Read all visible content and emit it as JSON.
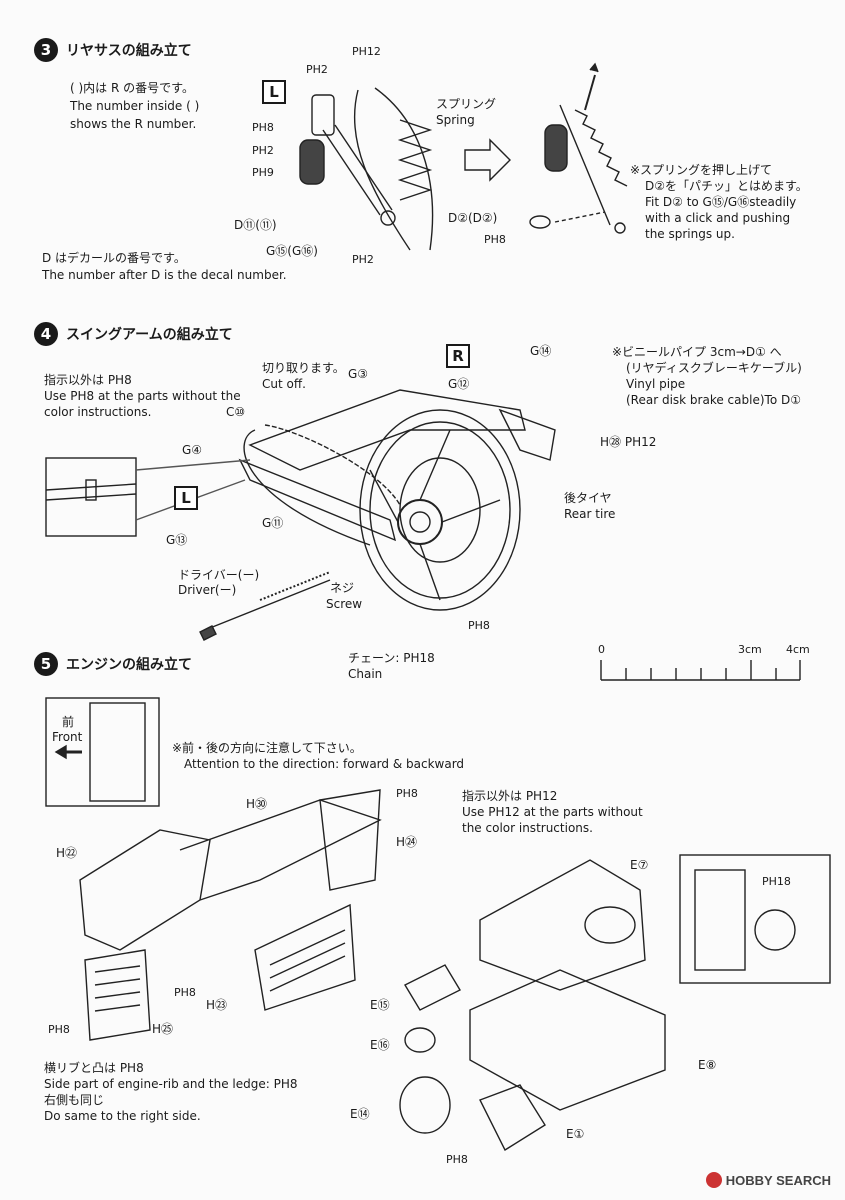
{
  "step3": {
    "num": "3",
    "title": "リヤサスの組み立て",
    "note_ja": "( )内は R の番号です。",
    "note_en1": "The number inside ( )",
    "note_en2": "shows the R number.",
    "side_mark": "L",
    "parts": [
      "PH12",
      "PH2",
      "PH8",
      "PH2",
      "PH9",
      "D⑪(⑪)",
      "G⑮(G⑯)",
      "PH2"
    ],
    "spring_ja": "スプリング",
    "spring_en": "Spring",
    "push_note_ja1": "※スプリングを押し上げて",
    "push_note_ja2": "D②を「パチッ」とはめます。",
    "push_note_en1": "Fit D② to G⑮/G⑯steadily",
    "push_note_en2": "with a click and pushing",
    "push_note_en3": "the springs up.",
    "d2_label": "D②(D②)",
    "d2_ph": "PH8",
    "decal_ja": "D はデカールの番号です。",
    "decal_en": "The number after D is the decal number."
  },
  "step4": {
    "num": "4",
    "title": "スイングアームの組み立て",
    "color_ja": "指示以外は PH8",
    "color_en1": "Use PH8 at the parts without the",
    "color_en2": "color instructions.",
    "cut_ja": "切り取ります。",
    "cut_en": "Cut off.",
    "labels": [
      "G③",
      "C⑩",
      "G④",
      "G⑪",
      "G⑬",
      "G⑫",
      "G⑭"
    ],
    "r_mark": "R",
    "l_mark": "L",
    "vinyl_ja1": "※ビニールパイプ 3cm→D① へ",
    "vinyl_ja2": "(リヤディスクブレーキケーブル)",
    "vinyl_en1": "Vinyl pipe",
    "vinyl_en2": "(Rear disk brake cable)To D①",
    "h28": "H㉘ PH12",
    "tire_ja": "後タイヤ",
    "tire_en": "Rear tire",
    "driver_ja": "ドライバー(ー)",
    "driver_en": "Driver(ー)",
    "screw_ja": "ネジ",
    "screw_en": "Screw",
    "ph8": "PH8",
    "chain_ja": "チェーン: PH18",
    "chain_en": "Chain",
    "scale": [
      "0",
      "3cm",
      "4cm"
    ]
  },
  "step5": {
    "num": "5",
    "title": "エンジンの組み立て",
    "front_ja": "前",
    "front_en": "Front",
    "attention_ja": "※前・後の方向に注意して下さい。",
    "attention_en": "Attention to the direction: forward & backward",
    "color_ja": "指示以外は PH12",
    "color_en1": "Use PH12 at the parts without",
    "color_en2": "the color instructions.",
    "labels": [
      "H㉚",
      "PH8",
      "H㉔",
      "H㉒",
      "E⑦",
      "PH18",
      "PH8",
      "H㉓",
      "PH8",
      "H㉕",
      "E⑮",
      "E⑯",
      "E⑧",
      "E⑭",
      "E①",
      "PH8"
    ],
    "rib_ja": "横リブと凸は PH8",
    "rib_en": "Side part of engine-rib and the ledge: PH8",
    "same_ja": "右側も同じ",
    "same_en": "Do same to the right side."
  },
  "watermark": "HOBBY SEARCH"
}
